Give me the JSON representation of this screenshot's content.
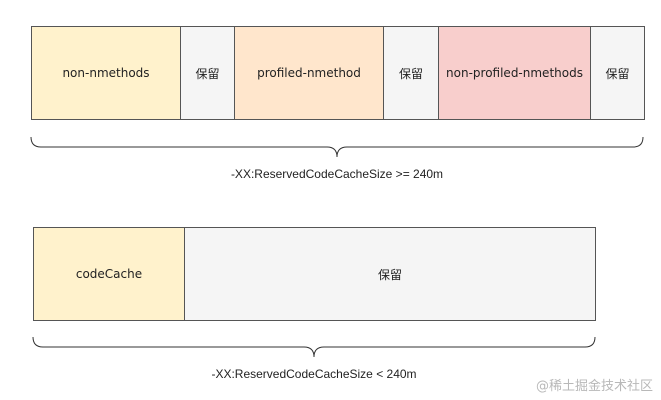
{
  "diagram1": {
    "segments": [
      {
        "label": "non-nmethods",
        "color": "#fff2cc"
      },
      {
        "label": "保留",
        "color": "#f5f5f5"
      },
      {
        "label": "profiled-nmethod",
        "color": "#ffe6cc"
      },
      {
        "label": "保留",
        "color": "#f5f5f5"
      },
      {
        "label": "non-profiled-nmethods",
        "color": "#f8cecc"
      },
      {
        "label": "保留",
        "color": "#f5f5f5"
      }
    ],
    "caption": "-XX:ReservedCodeCacheSize >= 240m"
  },
  "diagram2": {
    "segments": [
      {
        "label": "codeCache",
        "color": "#fff2cc"
      },
      {
        "label": "保留",
        "color": "#f5f5f5"
      }
    ],
    "caption": "-XX:ReservedCodeCacheSize < 240m"
  },
  "watermark": "@稀土掘金技术社区"
}
